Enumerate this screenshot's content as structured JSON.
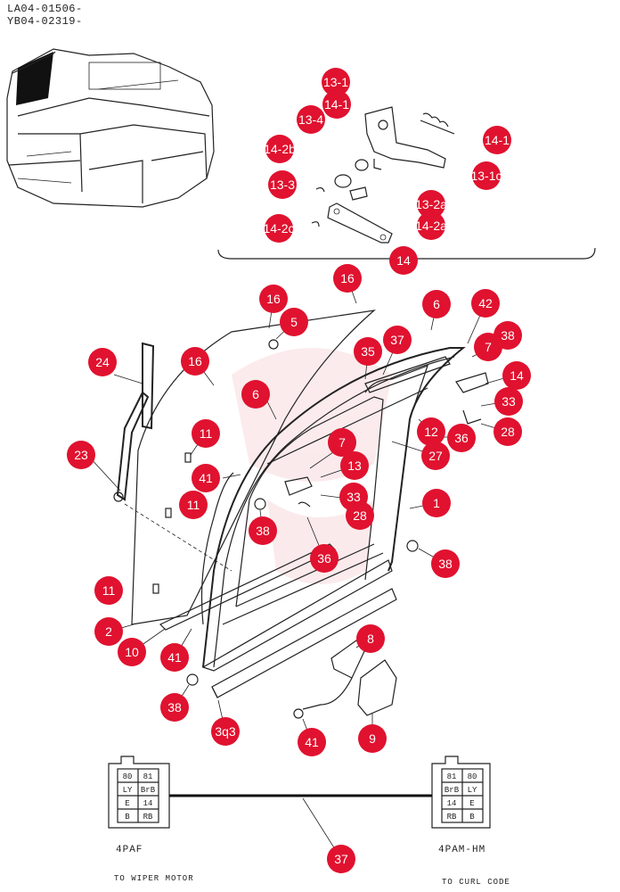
{
  "header": {
    "line1": "LA04-01506-",
    "line2": "YB04-02319-"
  },
  "callouts": [
    {
      "id": "c1",
      "label": "13-1"
    },
    {
      "id": "c2",
      "label": "14-1"
    },
    {
      "id": "c3",
      "label": "13-4"
    },
    {
      "id": "c4",
      "label": "14-2b"
    },
    {
      "id": "c5",
      "label": "13-3"
    },
    {
      "id": "c6",
      "label": "14-2c"
    },
    {
      "id": "c7",
      "label": "14-1"
    },
    {
      "id": "c8",
      "label": "13-1c"
    },
    {
      "id": "c9",
      "label": "13-2a"
    },
    {
      "id": "c10",
      "label": "14-2a"
    },
    {
      "id": "c11",
      "label": "14"
    },
    {
      "id": "c12",
      "label": "16"
    },
    {
      "id": "c13",
      "label": "16"
    },
    {
      "id": "c14",
      "label": "5"
    },
    {
      "id": "c15",
      "label": "6"
    },
    {
      "id": "c16",
      "label": "42"
    },
    {
      "id": "c17",
      "label": "24"
    },
    {
      "id": "c18",
      "label": "16"
    },
    {
      "id": "c19",
      "label": "35"
    },
    {
      "id": "c20",
      "label": "37"
    },
    {
      "id": "c21",
      "label": "7"
    },
    {
      "id": "c22",
      "label": "38"
    },
    {
      "id": "c23",
      "label": "14"
    },
    {
      "id": "c24",
      "label": "6"
    },
    {
      "id": "c25",
      "label": "33"
    },
    {
      "id": "c26",
      "label": "12"
    },
    {
      "id": "c27",
      "label": "28"
    },
    {
      "id": "c28",
      "label": "36"
    },
    {
      "id": "c29",
      "label": "11"
    },
    {
      "id": "c30",
      "label": "7"
    },
    {
      "id": "c31",
      "label": "27"
    },
    {
      "id": "c32",
      "label": "23"
    },
    {
      "id": "c33",
      "label": "13"
    },
    {
      "id": "c34",
      "label": "41"
    },
    {
      "id": "c35",
      "label": "33"
    },
    {
      "id": "c36",
      "label": "11"
    },
    {
      "id": "c37",
      "label": "28"
    },
    {
      "id": "c38",
      "label": "1"
    },
    {
      "id": "c39",
      "label": "38"
    },
    {
      "id": "c40",
      "label": "36"
    },
    {
      "id": "c41",
      "label": "38"
    },
    {
      "id": "c42",
      "label": "11"
    },
    {
      "id": "c43",
      "label": "2"
    },
    {
      "id": "c44",
      "label": "8"
    },
    {
      "id": "c45",
      "label": "10"
    },
    {
      "id": "c46",
      "label": "41"
    },
    {
      "id": "c47",
      "label": "38"
    },
    {
      "id": "c48",
      "label": "3q3"
    },
    {
      "id": "c49",
      "label": "41"
    },
    {
      "id": "c50",
      "label": "9"
    },
    {
      "id": "c51",
      "label": "37"
    }
  ],
  "connector_left": {
    "cells": [
      "80",
      "81",
      "LY",
      "BrB",
      "E",
      "14",
      "B",
      "RB"
    ],
    "name": "4PAF",
    "caption": "TO WIPER MOTOR"
  },
  "connector_right": {
    "cells": [
      "81",
      "80",
      "BrB",
      "LY",
      "14",
      "E",
      "RB",
      "B"
    ],
    "name": "4PAM-HM",
    "caption": "TO CURL CODE"
  },
  "colors": {
    "callout": "#e0122f",
    "line": "#222222",
    "watermark": "#f4c6c9"
  }
}
